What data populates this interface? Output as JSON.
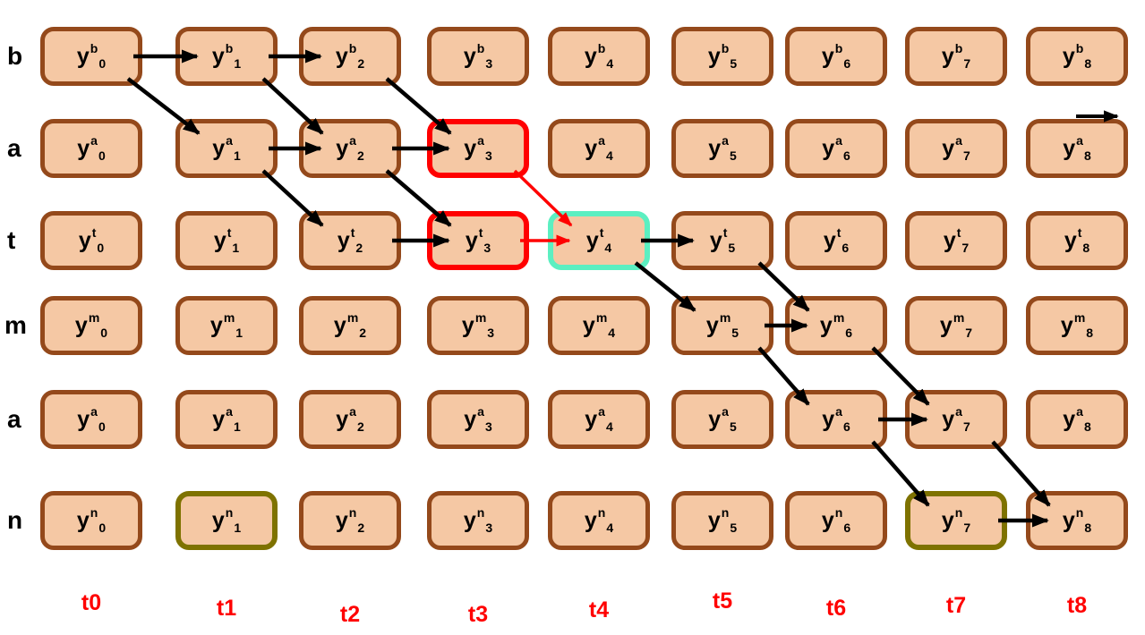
{
  "diagram": {
    "node_base": "y",
    "rows": [
      {
        "row_label": "b",
        "sup": "b",
        "subs": [
          "0",
          "1",
          "2",
          "3",
          "4",
          "5",
          "6",
          "7",
          "8"
        ]
      },
      {
        "row_label": "a",
        "sup": "a",
        "subs": [
          "0",
          "1",
          "2",
          "3",
          "4",
          "5",
          "6",
          "7",
          "8"
        ]
      },
      {
        "row_label": "t",
        "sup": "t",
        "subs": [
          "0",
          "1",
          "2",
          "3",
          "4",
          "5",
          "6",
          "7",
          "8"
        ]
      },
      {
        "row_label": "m",
        "sup": "m",
        "subs": [
          "0",
          "1",
          "2",
          "3",
          "4",
          "5",
          "6",
          "7",
          "8"
        ]
      },
      {
        "row_label": "a",
        "sup": "a",
        "subs": [
          "0",
          "1",
          "2",
          "3",
          "4",
          "5",
          "6",
          "7",
          "8"
        ]
      },
      {
        "row_label": "n",
        "sup": "n",
        "subs": [
          "0",
          "1",
          "2",
          "3",
          "4",
          "5",
          "6",
          "7",
          "8"
        ]
      }
    ],
    "time_labels": [
      "t0",
      "t1",
      "t2",
      "t3",
      "t4",
      "t5",
      "t6",
      "t7",
      "t8"
    ],
    "highlights": [
      {
        "row": 1,
        "col": 3,
        "style": "red"
      },
      {
        "row": 2,
        "col": 3,
        "style": "red"
      },
      {
        "row": 2,
        "col": 4,
        "style": "teal"
      },
      {
        "row": 5,
        "col": 1,
        "style": "olive"
      },
      {
        "row": 5,
        "col": 7,
        "style": "olive"
      }
    ],
    "arrows": [
      {
        "from": [
          0,
          0
        ],
        "to": [
          0,
          1
        ],
        "color": "black"
      },
      {
        "from": [
          0,
          0
        ],
        "to": [
          1,
          1
        ],
        "color": "black"
      },
      {
        "from": [
          0,
          1
        ],
        "to": [
          0,
          2
        ],
        "color": "black"
      },
      {
        "from": [
          0,
          1
        ],
        "to": [
          1,
          2
        ],
        "color": "black"
      },
      {
        "from": [
          0,
          2
        ],
        "to": [
          1,
          3
        ],
        "color": "black"
      },
      {
        "from": [
          1,
          1
        ],
        "to": [
          1,
          2
        ],
        "color": "black"
      },
      {
        "from": [
          1,
          1
        ],
        "to": [
          2,
          2
        ],
        "color": "black"
      },
      {
        "from": [
          1,
          2
        ],
        "to": [
          1,
          3
        ],
        "color": "black"
      },
      {
        "from": [
          1,
          2
        ],
        "to": [
          2,
          3
        ],
        "color": "black"
      },
      {
        "from": [
          2,
          2
        ],
        "to": [
          2,
          3
        ],
        "color": "black"
      },
      {
        "from": [
          1,
          3
        ],
        "to": [
          2,
          4
        ],
        "color": "red"
      },
      {
        "from": [
          2,
          3
        ],
        "to": [
          2,
          4
        ],
        "color": "red"
      },
      {
        "from": [
          2,
          4
        ],
        "to": [
          2,
          5
        ],
        "color": "black"
      },
      {
        "from": [
          2,
          4
        ],
        "to": [
          3,
          5
        ],
        "color": "black"
      },
      {
        "from": [
          2,
          5
        ],
        "to": [
          3,
          6
        ],
        "color": "black"
      },
      {
        "from": [
          3,
          5
        ],
        "to": [
          3,
          6
        ],
        "color": "black"
      },
      {
        "from": [
          3,
          5
        ],
        "to": [
          4,
          6
        ],
        "color": "black"
      },
      {
        "from": [
          3,
          6
        ],
        "to": [
          4,
          7
        ],
        "color": "black"
      },
      {
        "from": [
          4,
          6
        ],
        "to": [
          4,
          7
        ],
        "color": "black"
      },
      {
        "from": [
          4,
          6
        ],
        "to": [
          5,
          7
        ],
        "color": "black"
      },
      {
        "from": [
          4,
          7
        ],
        "to": [
          5,
          8
        ],
        "color": "black"
      },
      {
        "from": [
          5,
          7
        ],
        "to": [
          5,
          8
        ],
        "color": "black"
      }
    ],
    "exit_arrow": {
      "row": 1,
      "col": 8,
      "color": "black",
      "direction": "right"
    },
    "colors": {
      "node_fill": "#F5C8A4",
      "node_border": "#94491B",
      "highlight_red": "#FF0000",
      "highlight_teal": "#5CEFC1",
      "highlight_olive": "#7E7200",
      "arrow_black": "#000000",
      "arrow_red": "#FF0000",
      "time_label": "#FF0000",
      "row_label": "#000000",
      "background": "#FFFFFF"
    }
  }
}
